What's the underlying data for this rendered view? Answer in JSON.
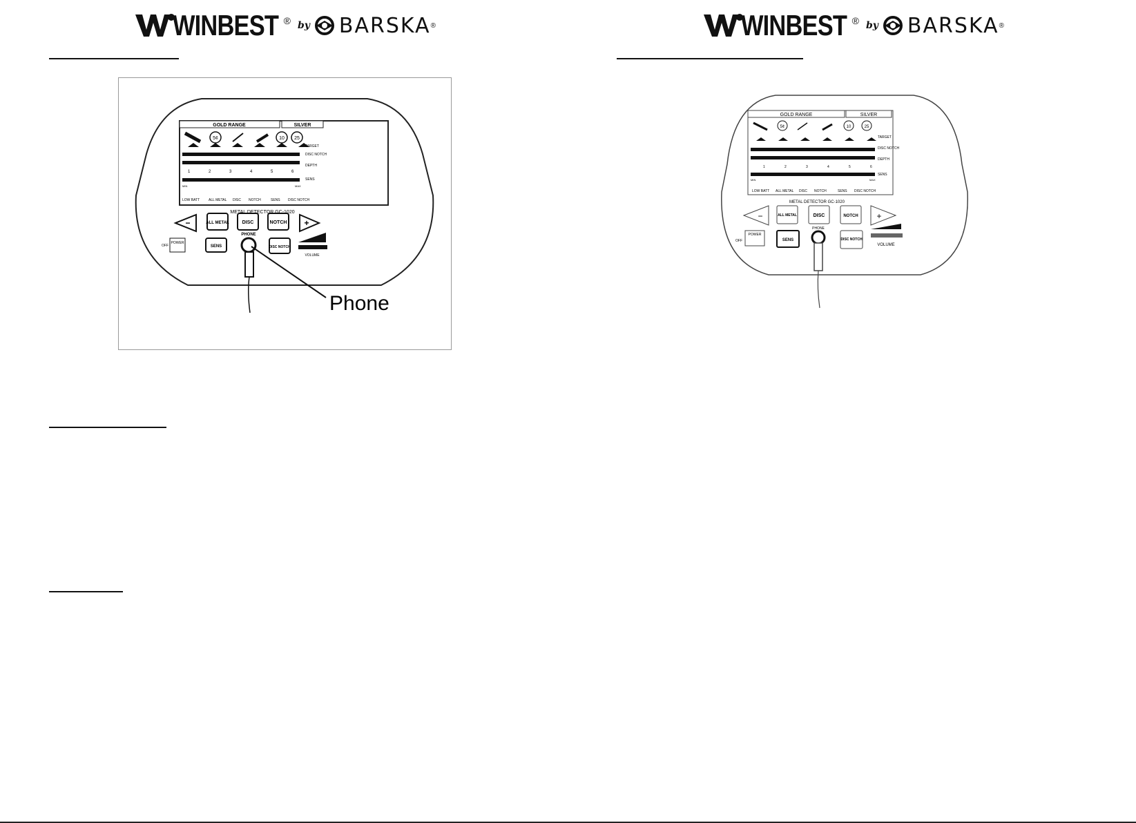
{
  "logo": {
    "brand": "WINBEST",
    "registered": "®",
    "by": "by",
    "partner": "BARSKA",
    "partner_registered": "®"
  },
  "left_diagram": {
    "range_header": "GOLD RANGE",
    "silver_header": "SILVER",
    "coin_5": "5¢",
    "coin_10": "10",
    "coin_25": "25",
    "right_labels": [
      "TARGET",
      "DISC NOTCH",
      "DEPTH",
      "SENS"
    ],
    "depth_numbers": [
      "1",
      "2",
      "3",
      "4",
      "5",
      "6"
    ],
    "min_label": "MIN",
    "max_label": "MAX",
    "bottom_labels": [
      "LOW BATT",
      "ALL METAL",
      "DISC",
      "NOTCH",
      "SENS",
      "DISC NOTCH"
    ],
    "model_line": "METAL DETECTOR    GC-1020",
    "buttons": {
      "minus": "−",
      "all_metal": "ALL METAL",
      "disc": "DISC",
      "notch": "NOTCH",
      "plus": "+",
      "power": "POWER",
      "off": "OFF",
      "sens": "SENS",
      "phone": "PHONE",
      "disc_notch": "DISC NOTCH",
      "volume": "VOLUME"
    },
    "callout": "Phone"
  },
  "right_diagram": {
    "range_header": "GOLD RANGE",
    "silver_header": "SILVER",
    "coin_5": "5¢",
    "coin_10": "10",
    "coin_25": "25",
    "right_labels": [
      "TARGET",
      "DISC NOTCH",
      "DEPTH",
      "SENS"
    ],
    "depth_numbers": [
      "1",
      "2",
      "3",
      "4",
      "5",
      "6"
    ],
    "min_label": "MIN",
    "max_label": "MAX",
    "bottom_labels": [
      "LOW BATT",
      "ALL METAL",
      "DISC",
      "NOTCH",
      "SENS",
      "DISC NOTCH"
    ],
    "model_line": "METAL DETECTOR    GC-1020",
    "buttons": {
      "minus": "−",
      "all_metal": "ALL METAL",
      "disc": "DISC",
      "notch": "NOTCH",
      "plus": "+",
      "power": "POWER",
      "off": "OFF",
      "sens": "SENS",
      "phone": "PHONE",
      "disc_notch": "DISC NOTCH",
      "volume": "VOLUME"
    }
  }
}
